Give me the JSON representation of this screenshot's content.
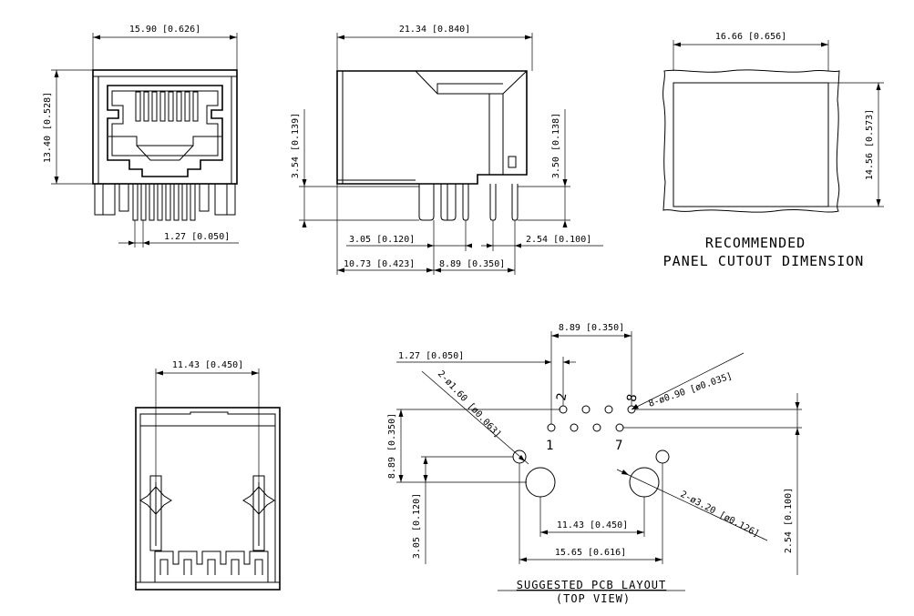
{
  "front_view": {
    "width_dim": "15.90 [0.626]",
    "height_dim": "13.40 [0.528]",
    "pitch_dim": "1.27 [0.050]"
  },
  "side_view": {
    "length_dim": "21.34 [0.840]",
    "left_offset_dim": "3.54 [0.139]",
    "right_offset_dim": "3.50 [0.138]",
    "pin_dim_a": "3.05 [0.120]",
    "pin_dim_b": "2.54 [0.100]",
    "base_dim_a": "10.73 [0.423]",
    "base_dim_b": "8.89 [0.350]"
  },
  "panel_cutout": {
    "width_dim": "16.66 [0.656]",
    "height_dim": "14.56 [0.573]",
    "caption_line1": "RECOMMENDED",
    "caption_line2": "PANEL CUTOUT DIMENSION"
  },
  "bottom_view": {
    "width_dim": "11.43 [0.450]"
  },
  "pcb_layout": {
    "top_dim": "8.89 [0.350]",
    "pitch_dim": "1.27 [0.050]",
    "pin_hole_dim": "8-ø0.90 [ø0.035]",
    "locator_hole_dim": "2-ø1.60 [ø0.063]",
    "mount_hole_dim": "2-ø3.20 [ø0.126]",
    "left_height_dim": "8.89 [0.350]",
    "left_offset_dim": "3.05 [0.120]",
    "right_height_dim": "2.54 [0.100]",
    "mount_spacing_dim": "11.43 [0.450]",
    "locator_spacing_dim": "15.65 [0.616]",
    "pin_label_1": "1",
    "pin_label_2": "2",
    "pin_label_7": "7",
    "pin_label_8": "8",
    "caption_line1": "SUGGESTED PCB LAYOUT",
    "caption_line2": "(TOP VIEW)"
  }
}
